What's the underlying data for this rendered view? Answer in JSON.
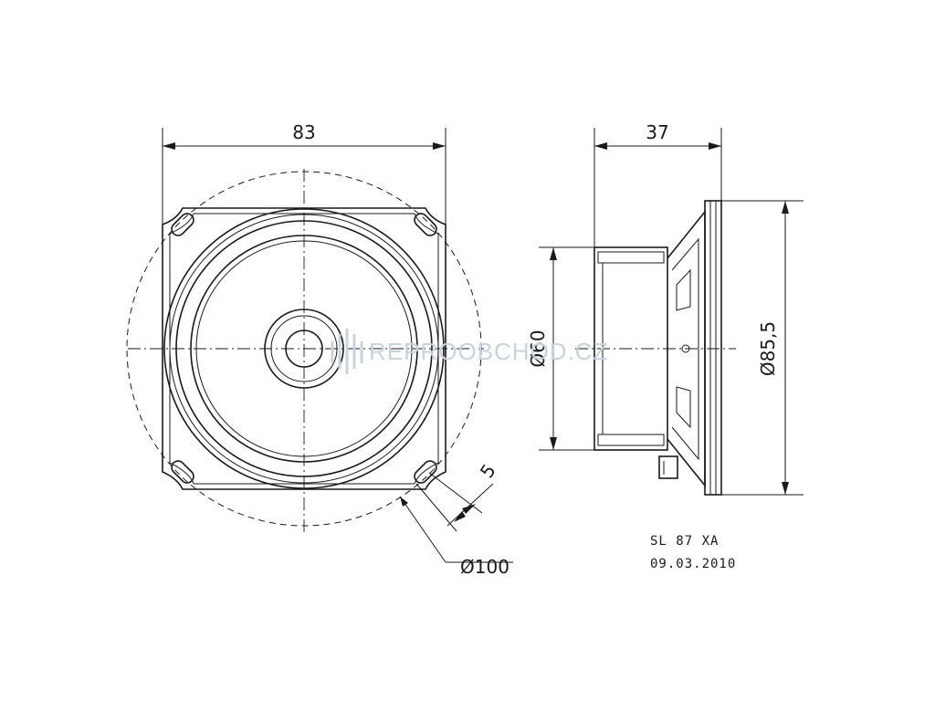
{
  "front_view": {
    "width_dim": "83",
    "mount_circle_dim": "Ø100",
    "slot_dim": "5"
  },
  "side_view": {
    "depth_dim": "37",
    "magnet_dim": "Ø60",
    "frame_dim": "Ø85,5"
  },
  "label": {
    "model": "SL 87 XA",
    "date": "09.03.2010"
  },
  "watermark": {
    "text": "REPROOBCHOD.CZ"
  }
}
